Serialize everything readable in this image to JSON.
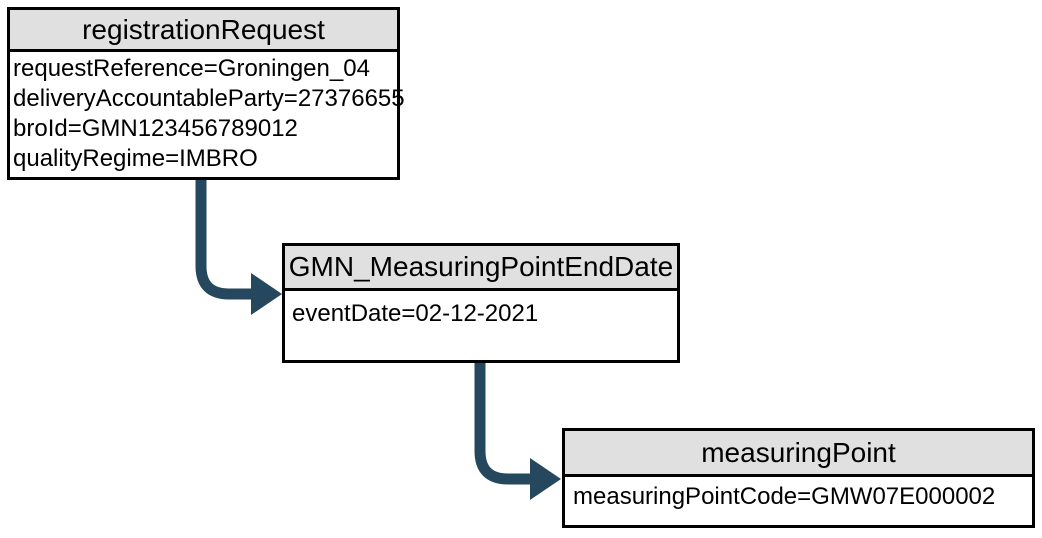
{
  "diagram": {
    "background_color": "#ffffff",
    "connector_color": "#25485E",
    "node_header_fill": "#E0E0E0",
    "node_border_color": "#000000",
    "nodes": [
      {
        "title": "registrationRequest",
        "attributes": [
          "requestReference=Groningen_04",
          "deliveryAccountableParty=27376655",
          "broId=GMN123456789012",
          "qualityRegime=IMBRO"
        ]
      },
      {
        "title": "GMN_MeasuringPointEndDate",
        "attributes": [
          "eventDate=02-12-2021"
        ]
      },
      {
        "title": "measuringPoint",
        "attributes": [
          "measuringPointCode=GMW07E000002"
        ]
      }
    ],
    "edges": [
      {
        "from": "registrationRequest",
        "to": "GMN_MeasuringPointEndDate"
      },
      {
        "from": "GMN_MeasuringPointEndDate",
        "to": "measuringPoint"
      }
    ]
  }
}
